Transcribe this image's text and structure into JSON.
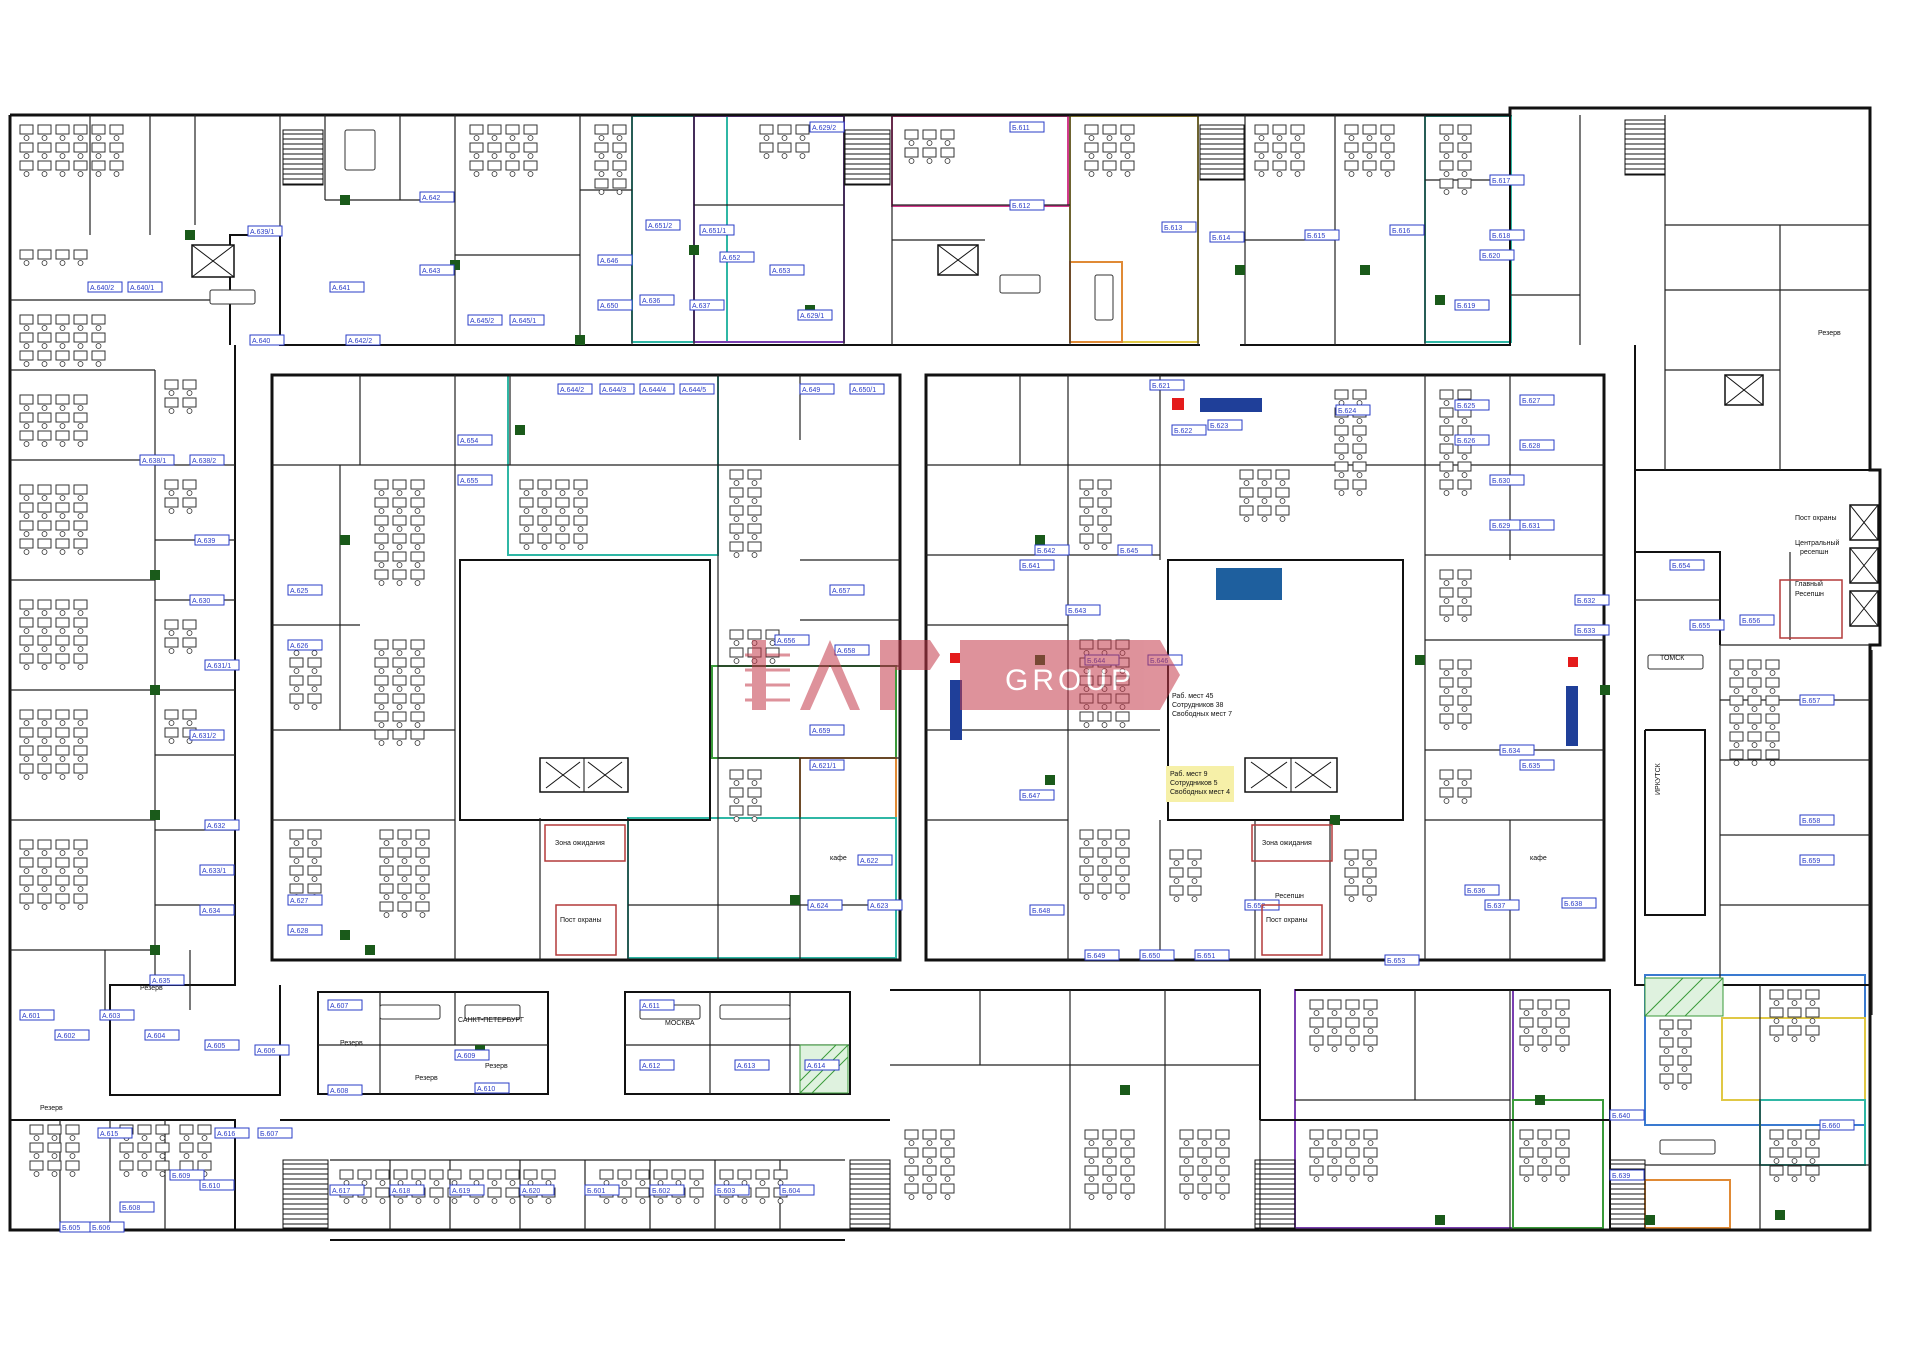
{
  "colors": {
    "wall": "#111111",
    "room_tag": "#2a3cc7",
    "column": "#1a5a1a",
    "marker_red": "#e41b1b",
    "marker_blue": "#1f3f99",
    "marker_teal": "#1e5f9e",
    "note_bg": "#f6f0a8",
    "watermark": "#c43a4a",
    "zone_teal": "#2fb7a5",
    "zone_purple": "#7a3fb0",
    "zone_pink": "#d23a8c",
    "zone_yellow": "#e0c845",
    "zone_orange": "#e08a35",
    "zone_green": "#3a9a3a",
    "reception_red": "#b33a3a"
  },
  "watermark": {
    "text": "GROUP"
  },
  "labels": {
    "security_post_left": "Пост охраны",
    "security_post_right": "Пост охраны",
    "security_post_main": "Пост охраны",
    "main_reception_line1": "Главный",
    "main_reception_line2": "Ресепшн",
    "central_reception_line1": "Центральный",
    "central_reception_line2": "ресепшн",
    "reception_right": "Ресепшн",
    "waiting_left": "Зона ожидания",
    "waiting_right": "Зона ожидания",
    "meeting_spb": "САНКТ-ПЕТЕРБУРГ",
    "meeting_moscow": "МОСКВА",
    "meeting_tomsk": "ТОМСК",
    "meeting_irkutsk": "ИРКУТСК",
    "cafe_left": "кафе",
    "cafe_right": "кафе",
    "reserve": "Резерв",
    "reserve_2": "Резерв",
    "reserve_3": "Резерв",
    "reserve_4": "Резерв",
    "reserve_5": "Резерв",
    "reserve_6": "Резерв"
  },
  "notes": {
    "zone_b_line1": "Раб. мест 45",
    "zone_b_line2": "Сотрудников 38",
    "zone_b_line3": "Свободных мест 7",
    "zone_b2_line1": "Раб. мест 9",
    "zone_b2_line2": "Сотрудников 5",
    "zone_b2_line3": "Свободных мест 4"
  },
  "room_tags": [
    "А.639/1",
    "А.640/2",
    "А.640/1",
    "А.640",
    "А.641",
    "А.642/2",
    "А.642",
    "А.643",
    "А.645/2",
    "А.645/1",
    "А.646",
    "А.650",
    "А.651/2",
    "А.651/1",
    "А.652",
    "А.653",
    "А.629/2",
    "А.629/1",
    "А.636",
    "А.637",
    "А.638/1",
    "А.638/2",
    "А.639",
    "А.630",
    "А.631/1",
    "А.631/2",
    "А.632",
    "А.633/1",
    "А.634",
    "А.635",
    "А.644/2",
    "А.644/3",
    "А.644/4",
    "А.644/5",
    "А.649",
    "А.650/1",
    "А.654",
    "А.655",
    "А.656",
    "А.657",
    "А.658",
    "А.659",
    "А.621/1",
    "А.622",
    "А.623",
    "А.624",
    "А.625",
    "А.626",
    "А.627",
    "А.628",
    "А.601",
    "А.602",
    "А.603",
    "А.604",
    "А.605",
    "А.606",
    "А.607",
    "А.608",
    "А.609",
    "А.610",
    "А.611",
    "А.612",
    "А.613",
    "А.614",
    "А.615",
    "А.616",
    "А.617",
    "А.618",
    "А.619",
    "А.620",
    "Б.601",
    "Б.602",
    "Б.603",
    "Б.604",
    "Б.605",
    "Б.606",
    "Б.607",
    "Б.608",
    "Б.609",
    "Б.610",
    "Б.611",
    "Б.612",
    "Б.613",
    "Б.614",
    "Б.615",
    "Б.616",
    "Б.617",
    "Б.618",
    "Б.619",
    "Б.620",
    "Б.621",
    "Б.622",
    "Б.623",
    "Б.624",
    "Б.625",
    "Б.626",
    "Б.627",
    "Б.628",
    "Б.629",
    "Б.630",
    "Б.631",
    "Б.632",
    "Б.633",
    "Б.634",
    "Б.635",
    "Б.636",
    "Б.637",
    "Б.638",
    "Б.639",
    "Б.640",
    "Б.641",
    "Б.642",
    "Б.643",
    "Б.644",
    "Б.645",
    "Б.646",
    "Б.647",
    "Б.648",
    "Б.649",
    "Б.650",
    "Б.651",
    "Б.652",
    "Б.653",
    "Б.654",
    "Б.655",
    "Б.656",
    "Б.657",
    "Б.658",
    "Б.659",
    "Б.660"
  ]
}
